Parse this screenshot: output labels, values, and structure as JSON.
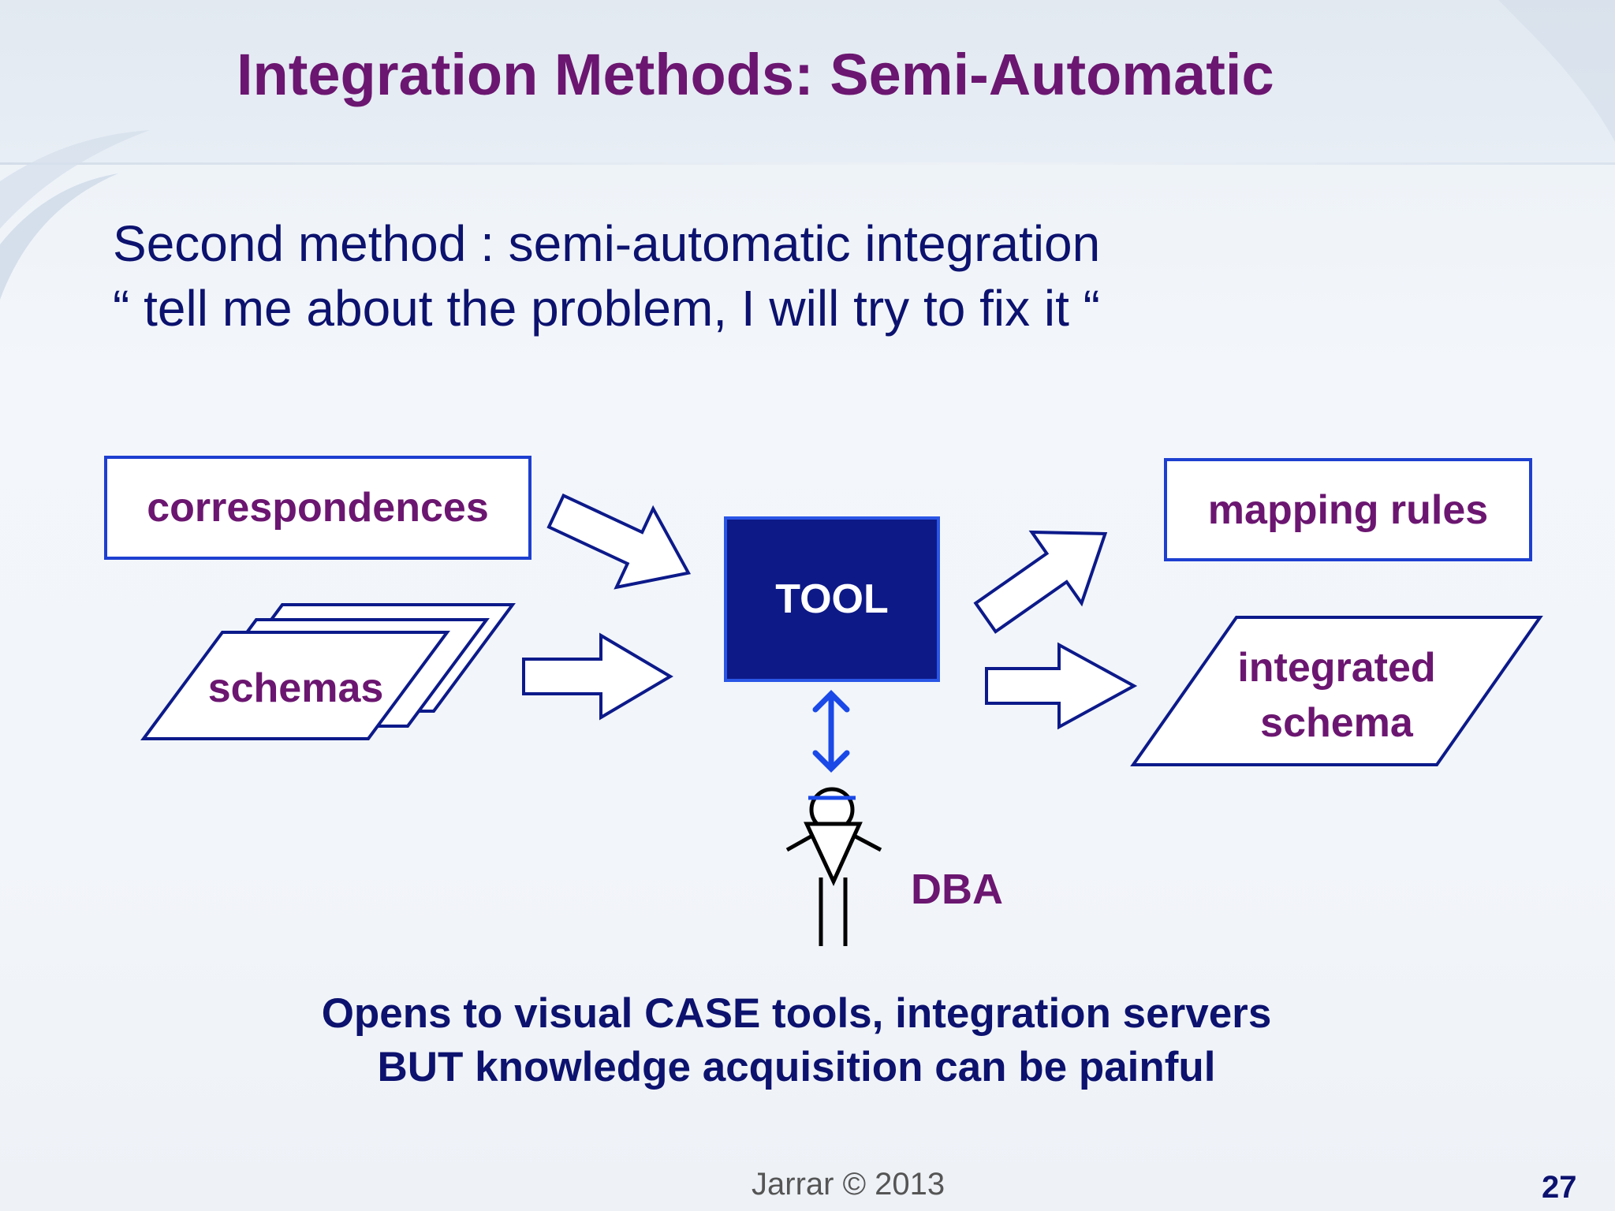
{
  "slide": {
    "title": "Integration Methods: Semi-Automatic",
    "subtitle_line1": "Second method : semi-automatic integration",
    "subtitle_line2": "“ tell me about the problem, I will try to fix it “"
  },
  "diagram": {
    "inputs": {
      "correspondences": "correspondences",
      "schemas": "schemas"
    },
    "tool": "TOOL",
    "outputs": {
      "mapping_rules": "mapping rules",
      "integrated_schema_line1": "integrated",
      "integrated_schema_line2": "schema"
    },
    "actor": "DBA"
  },
  "conclusion": {
    "line1": "Opens to visual CASE tools,  integration servers",
    "line2": "BUT knowledge acquisition can be painful"
  },
  "footer": {
    "credit": "Jarrar © 2013",
    "page_number": "27"
  },
  "colors": {
    "title": "#6b1670",
    "body_text": "#0c126e",
    "box_border": "#1d3fd0",
    "tool_fill": "#0d1987",
    "link_arrow": "#1a49e8"
  }
}
